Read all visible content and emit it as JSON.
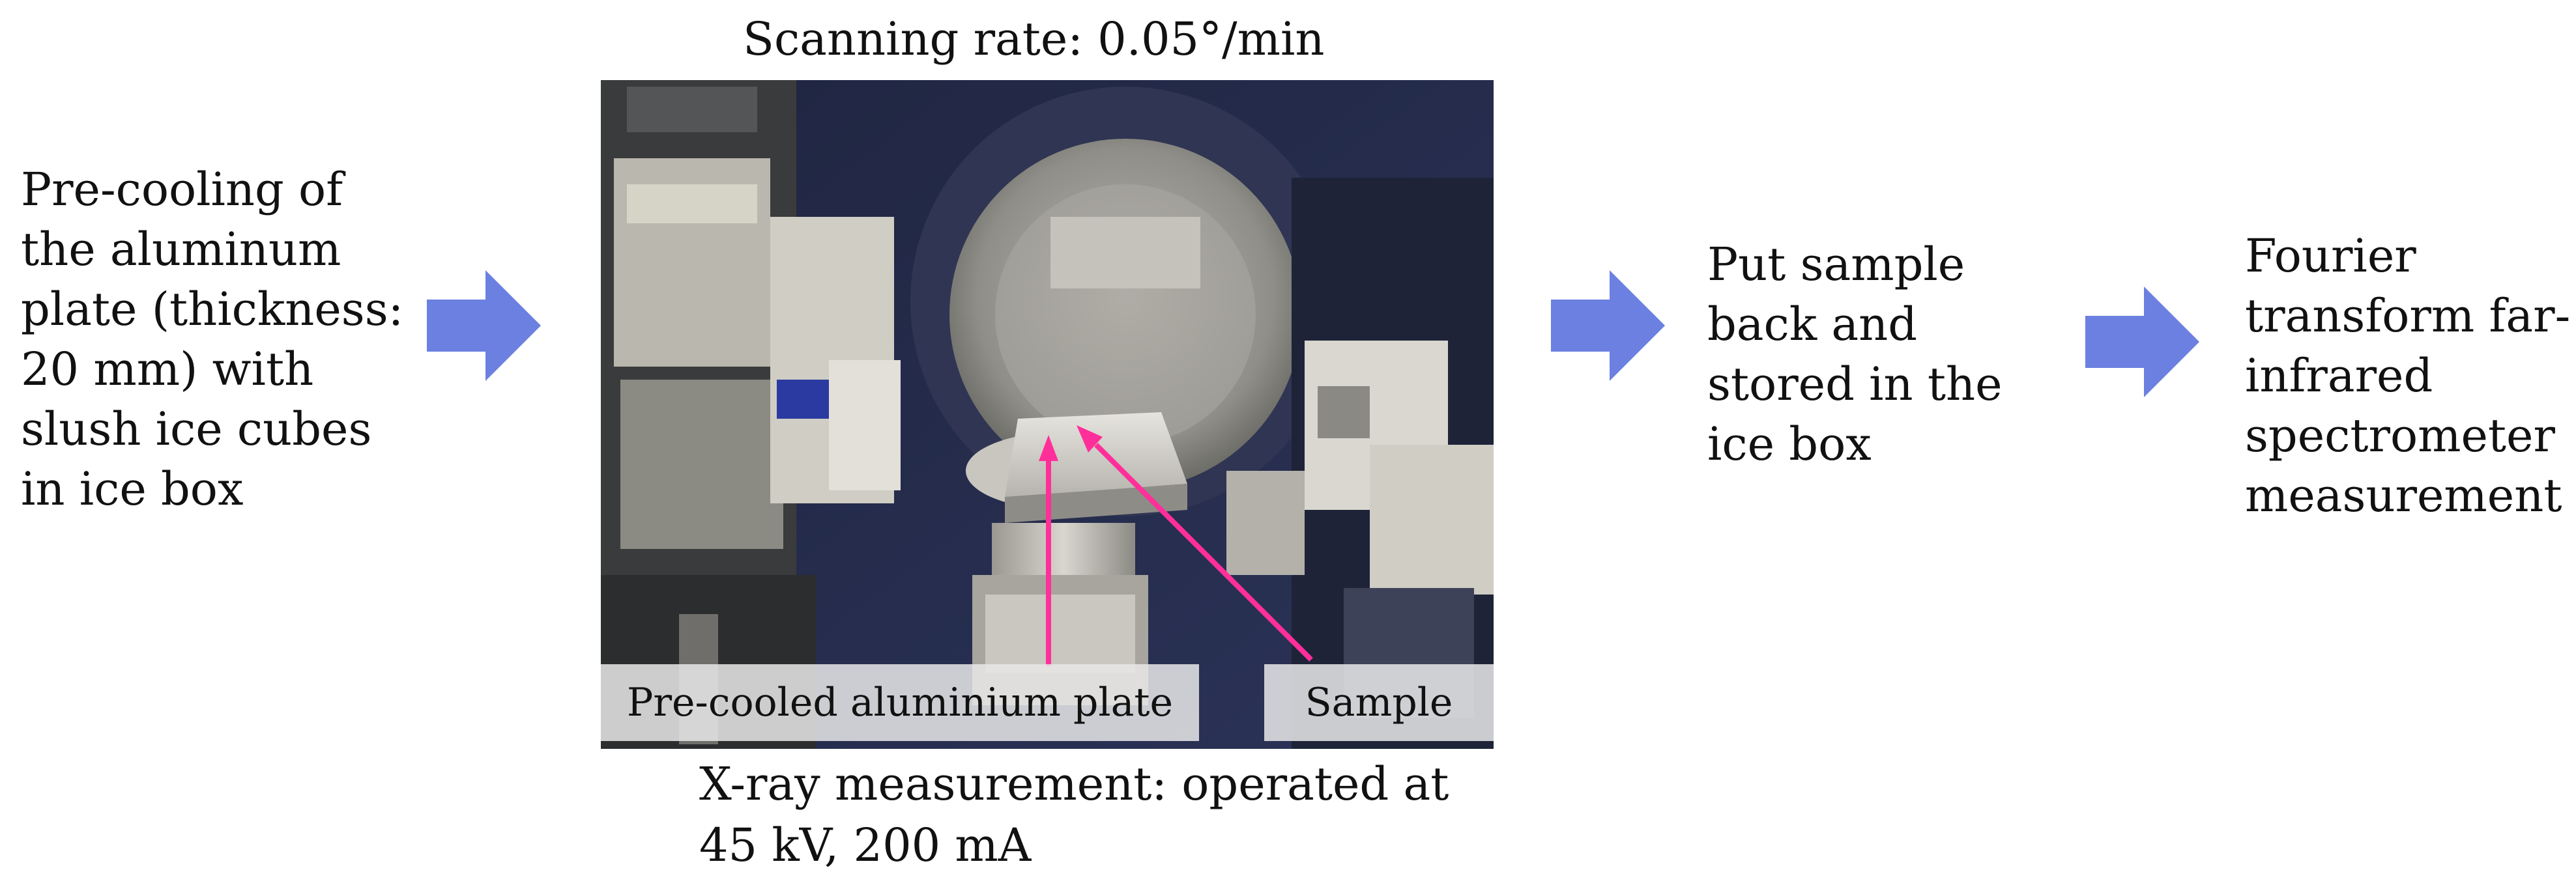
{
  "steps": {
    "step1": "Pre-cooling of\nthe aluminum\nplate (thickness:\n20 mm) with\nslush ice cubes\nin ice box",
    "step2_top": "Scanning rate: 0.05°/min",
    "step2_bottom": "X-ray measurement: operated at\n45 kV, 200 mA",
    "step3": "Put sample\nback and\nstored in the\nice box",
    "step4": "Fourier\ntransform far-\ninfrared\nspectrometer\nmeasurement"
  },
  "photo": {
    "label_plate": "Pre-cooled aluminium plate",
    "label_sample": "Sample"
  },
  "colors": {
    "arrow": "#6b80e0",
    "pointer": "#ff2f9a"
  },
  "icons": {
    "flow_arrow": "right-arrow-icon"
  }
}
